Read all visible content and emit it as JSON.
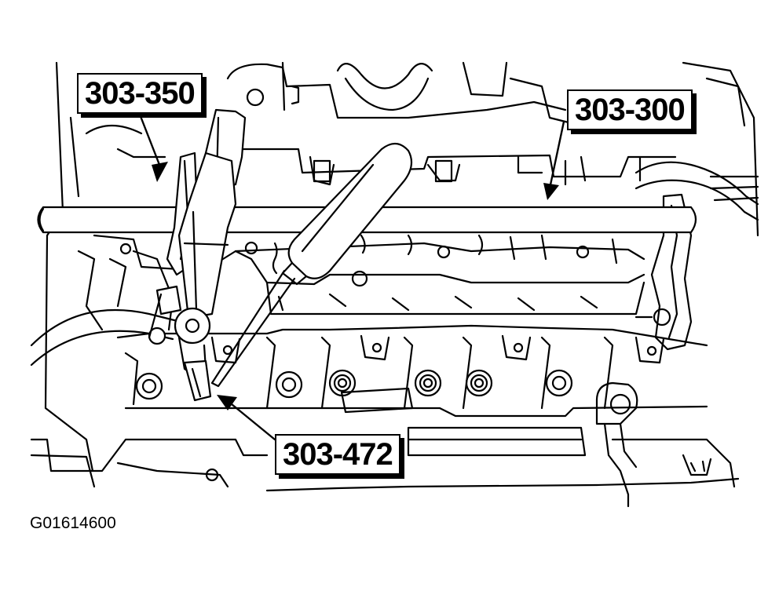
{
  "callouts": {
    "tool_303_350": "303-350",
    "tool_303_300": "303-300",
    "tool_303_472": "303-472"
  },
  "figure_id": "G01614600",
  "colors": {
    "line": "#000000",
    "background": "#ffffff"
  }
}
